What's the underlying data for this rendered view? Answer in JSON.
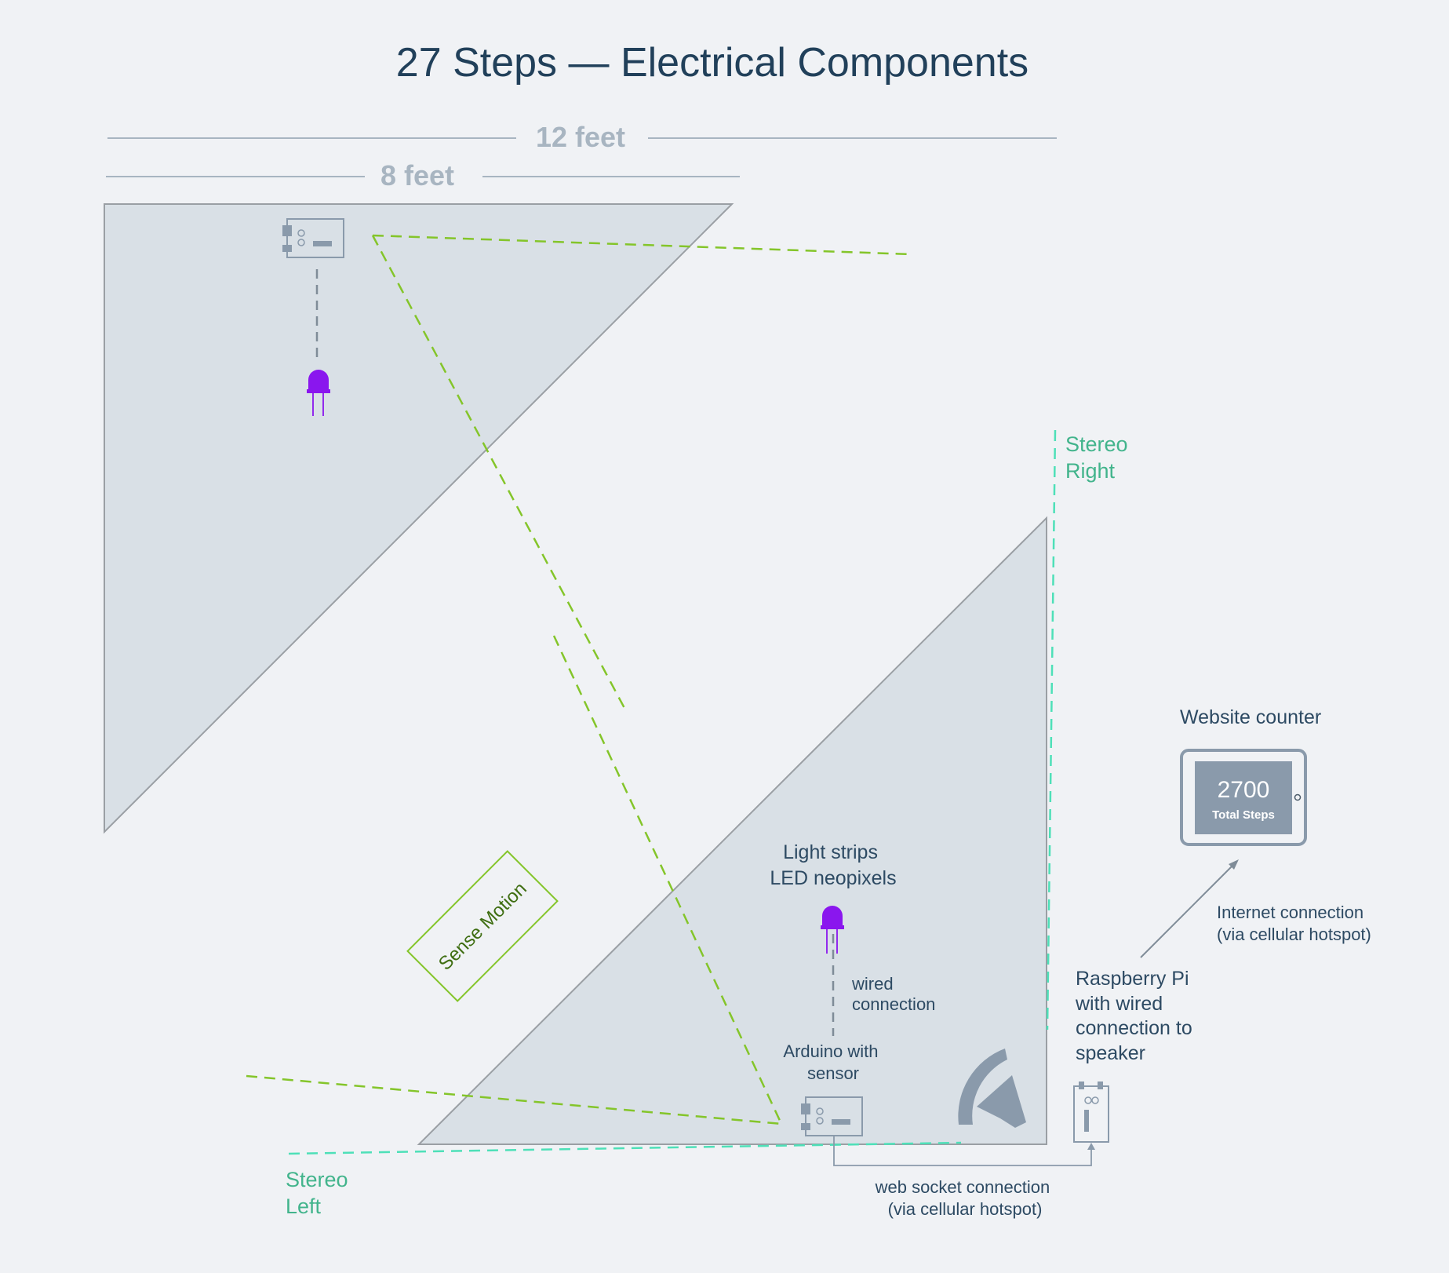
{
  "title": "27 Steps — Electrical Components",
  "dimensions": {
    "twelve_feet": "12 feet",
    "eight_feet": "8 feet"
  },
  "labels": {
    "stereo_right": [
      "Stereo",
      "Right"
    ],
    "stereo_left": [
      "Stereo",
      "Left"
    ],
    "sense_motion": "Sense Motion",
    "light_strips": [
      "Light strips",
      "LED neopixels"
    ],
    "wired_connection": [
      "wired",
      "connection"
    ],
    "arduino": [
      "Arduino with",
      "sensor"
    ],
    "raspberry_pi": [
      "Raspberry Pi",
      "with wired",
      "connection to",
      "speaker"
    ],
    "website_counter": "Website counter",
    "internet_connection": [
      "Internet connection",
      "(via cellular hotspot)"
    ],
    "web_socket": [
      "web socket connection",
      "(via cellular hotspot)"
    ]
  },
  "counter": {
    "value": "2700",
    "caption": "Total Steps"
  },
  "colors": {
    "background": "#f0f2f5",
    "ramp_fill": "#d9e0e6",
    "ramp_stroke": "#9a9fa4",
    "motion_green": "#84c52a",
    "stereo_teal": "#4ee0b8",
    "led_purple": "#8a16ee",
    "device_gray": "#8a9aab",
    "text_dark": "#21405a"
  },
  "icons": [
    "arduino-board-icon",
    "led-icon",
    "speaker-icon",
    "raspberry-pi-icon",
    "tablet-icon"
  ]
}
